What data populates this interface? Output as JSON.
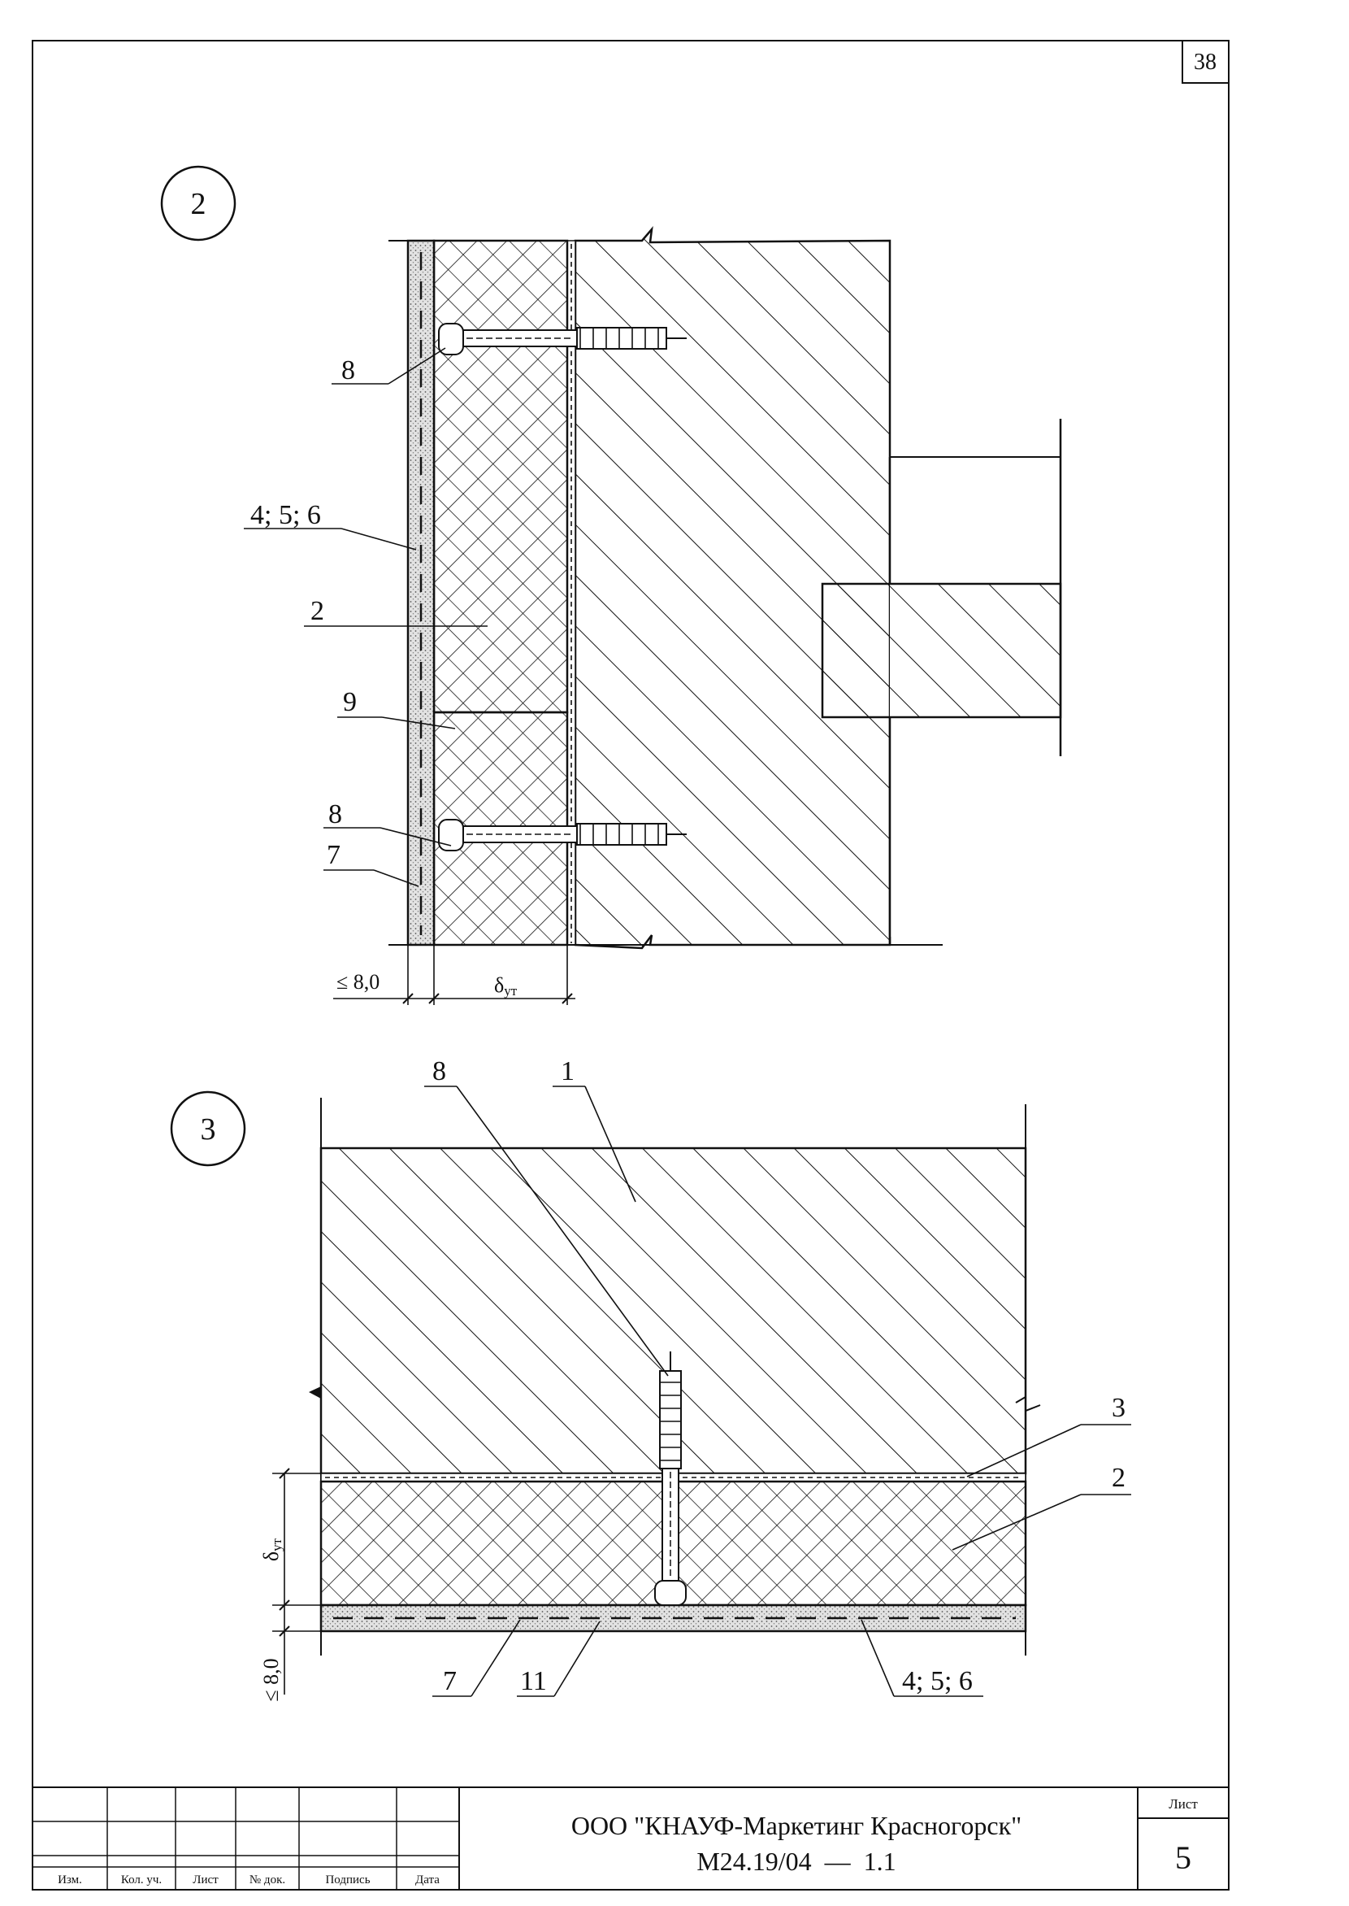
{
  "sheet": {
    "number": "38"
  },
  "detail2": {
    "marker": "2",
    "callouts": [
      "8",
      "4; 5; 6",
      "2",
      "9",
      "8",
      "7"
    ],
    "dim_left": "≤ 8,0",
    "dim_right": "δ",
    "dim_right_sub": "ут"
  },
  "detail3": {
    "marker": "3",
    "callouts_top": [
      "8",
      "1"
    ],
    "callouts_right": [
      "3",
      "2"
    ],
    "callouts_bottom": [
      "7",
      "11",
      "4; 5; 6"
    ],
    "dim_upper": "δ",
    "dim_upper_sub": "ут",
    "dim_lower": "≤ 8,0"
  },
  "title_block": {
    "columns": [
      "Изм.",
      "Кол. уч.",
      "Лист",
      "№ док.",
      "Подпись",
      "Дата"
    ],
    "organization": "ООО \"КНАУФ-Маркетинг Красногорск\"",
    "doc_code": "М24.19/04  —  1.1",
    "sheet_label": "Лист",
    "sheet_value": "5"
  },
  "colors": {
    "ink": "#111111",
    "paper": "#ffffff",
    "plaster": "#d8d8d8"
  }
}
